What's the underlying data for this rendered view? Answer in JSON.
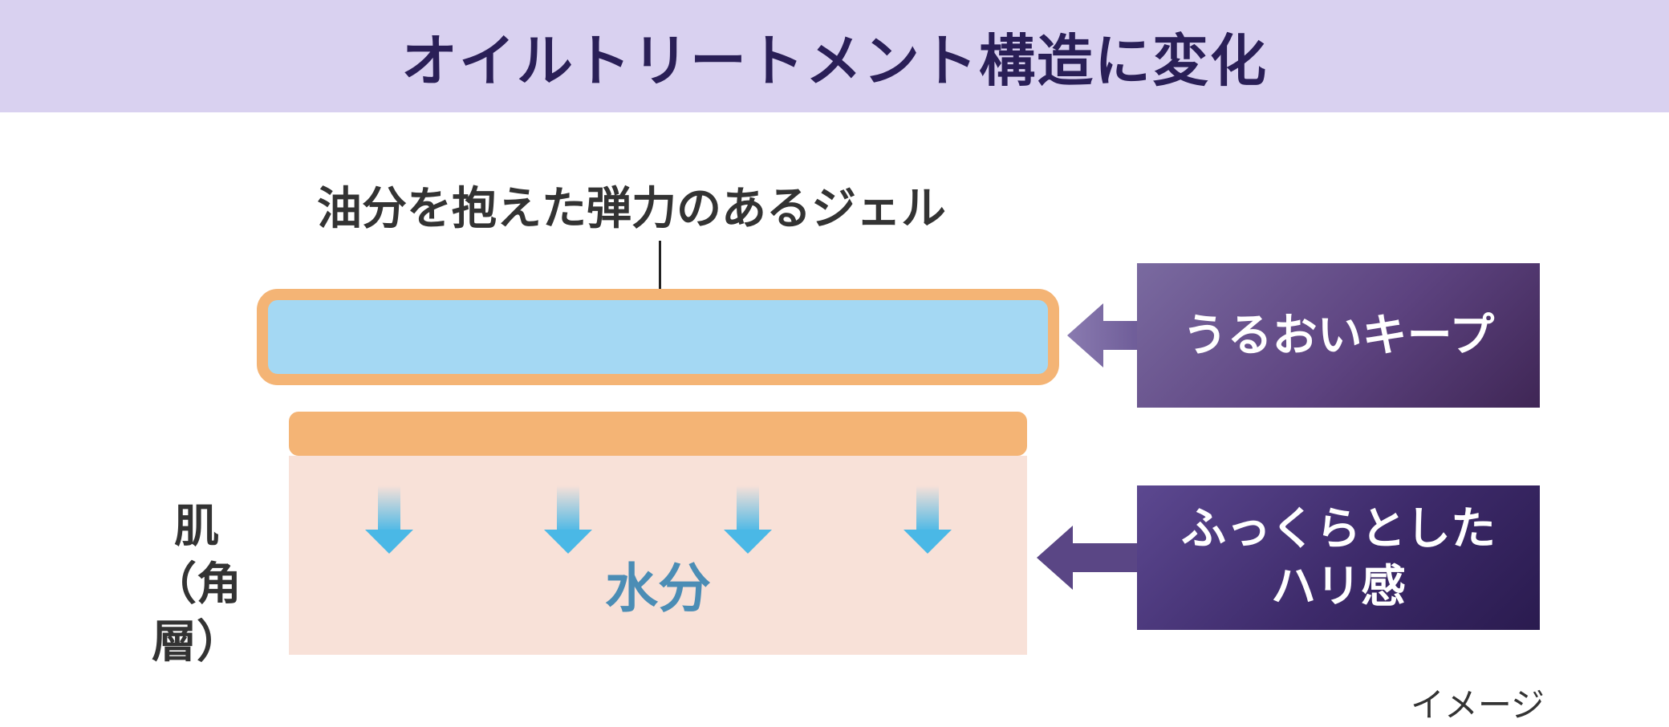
{
  "title": "オイルトリートメント構造に変化",
  "callout": "油分を抱えた弾力のあるジェル",
  "skin_label_line1": "肌",
  "skin_label_line2": "（角層）",
  "water_label": "水分",
  "effect1": "うるおいキープ",
  "effect2_line1": "ふっくらとした",
  "effect2_line2": "ハリ感",
  "image_note": "イメージ",
  "colors": {
    "header_bg": "#d9d1f0",
    "title_text": "#2a1f57",
    "gel_fill": "#a4d8f3",
    "gel_border": "#f4b475",
    "skin_band": "#f4b475",
    "skin_area": "#f8e1d8",
    "water_text": "#4b8db5",
    "arrow_blue": "#4ab8e6",
    "effect_box": "#3f2a6a",
    "effect_arrow": "#7a6aa0"
  }
}
